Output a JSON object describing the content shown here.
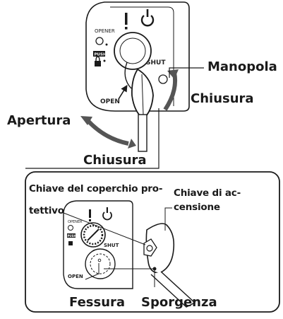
{
  "top_panel": {
    "opener_label": "OPENER",
    "push_label": "PUSH",
    "shut_label": "SHUT",
    "open_label": "OPEN"
  },
  "callouts": {
    "manopola": "Manopola",
    "chiusura_right": "Chiusura",
    "apertura": "Apertura",
    "chiusura_bottom": "Chiusura"
  },
  "inset": {
    "cover_key_line1": "Chiave del coperchio pro-",
    "cover_key_line2": "tettivo",
    "ignition_key_line1": "Chiave di ac-",
    "ignition_key_line2": "censione",
    "opener_label": "OPENER",
    "push_label": "PUSH",
    "shut_label": "SHUT",
    "open_label": "OPEN",
    "fessura": "Fessura",
    "sporgenza": "Sporgenza"
  },
  "colors": {
    "arrow_gray": "#555555",
    "line": "#1a1a1a",
    "background": "#ffffff"
  }
}
